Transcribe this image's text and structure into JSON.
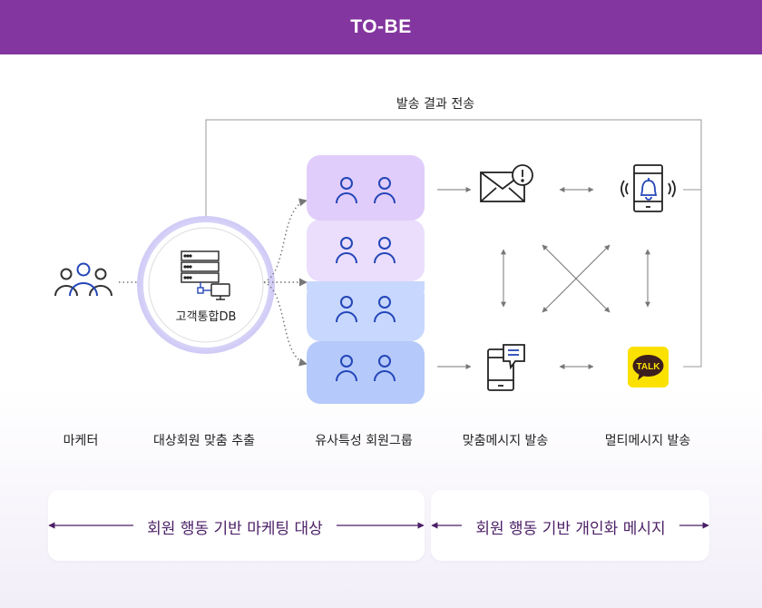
{
  "header": {
    "title": "TO-BE"
  },
  "feedback_label": "발송 결과 전송",
  "db_label": "고객통합DB",
  "kakao_label": "TALK",
  "columns": {
    "marketer": "마케터",
    "extraction": "대상회원 맞춤 추출",
    "groups": "유사특성 회원그룹",
    "custom_message": "맞춤메시지 발송",
    "multi_message": "멀티메시지 발송"
  },
  "bottom": {
    "left": "회원 행동 기반 마케팅 대상",
    "right": "회원 행동 기반 개인화 메시지"
  },
  "colors": {
    "header_bg": "#83369f",
    "accent_blue": "#2346b8",
    "group_purple": "#e2cffb",
    "group_blue": "#b6cbfb",
    "kakao_yellow": "#fae100"
  }
}
